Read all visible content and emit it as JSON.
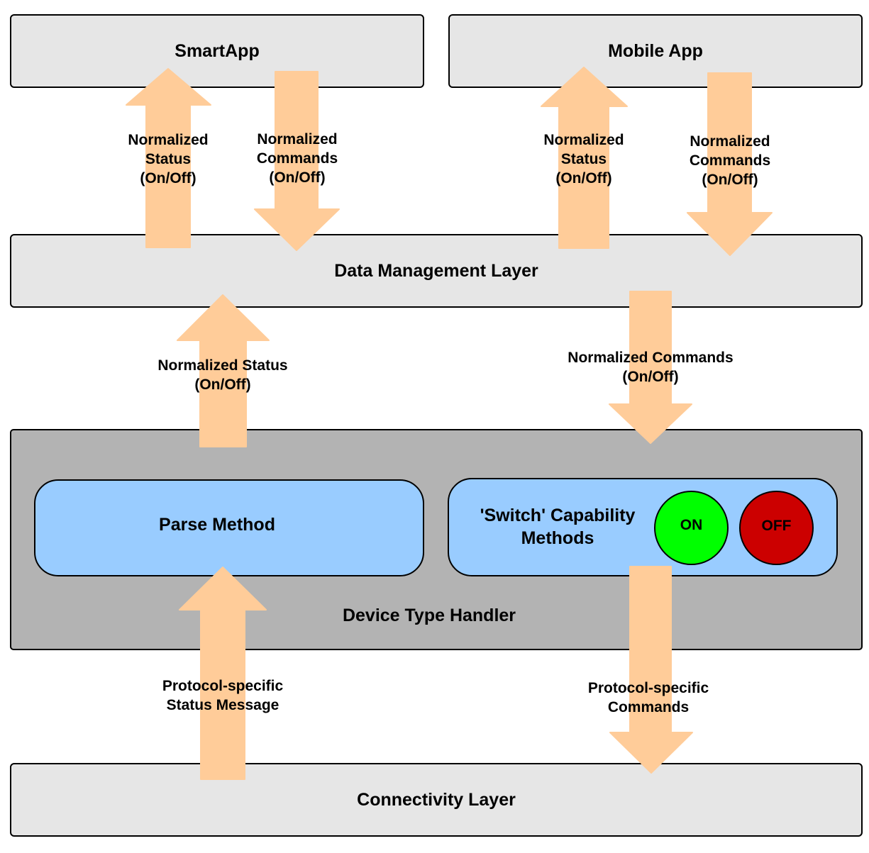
{
  "layers": {
    "smartapp": "SmartApp",
    "mobile_app": "Mobile App",
    "data_management": "Data Management Layer",
    "device_type_handler": "Device Type Handler",
    "connectivity": "Connectivity Layer"
  },
  "methods": {
    "parse": "Parse Method",
    "switch_capability": "'Switch' Capability\nMethods",
    "on": "ON",
    "off": "OFF"
  },
  "arrow_labels": {
    "smartapp_status": "Normalized\nStatus\n(On/Off)",
    "smartapp_commands": "Normalized\nCommands\n(On/Off)",
    "mobile_status": "Normalized\nStatus\n(On/Off)",
    "mobile_commands": "Normalized\nCommands\n(On/Off)",
    "dth_status": "Normalized Status\n(On/Off)",
    "dth_commands": "Normalized Commands\n(On/Off)",
    "protocol_status": "Protocol-specific\nStatus Message",
    "protocol_commands": "Protocol-specific\nCommands"
  },
  "colors": {
    "layer_fill": "#e6e6e6",
    "dth_fill": "#b3b3b3",
    "method_fill": "#99ccff",
    "arrow_fill": "#ffcc99",
    "on_fill": "#00ff00",
    "off_fill": "#cc0000"
  }
}
